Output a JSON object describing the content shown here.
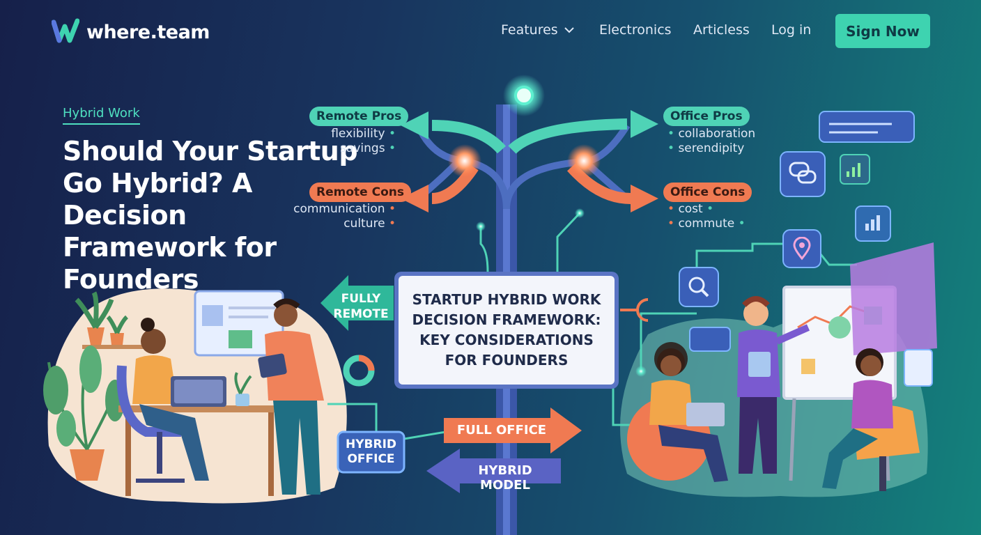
{
  "brand": {
    "name": "where.team",
    "logo_icon": "w-logo-icon"
  },
  "nav": {
    "features": "Features",
    "electronics": "Electronics",
    "articles": "Articless",
    "login": "Log in",
    "signup": "Sign Now"
  },
  "hero": {
    "tag": "Hybrid Work",
    "headline": [
      "Should Your Startup",
      "Go Hybrid? A Decision",
      "Framework for",
      "Founders"
    ]
  },
  "diagram": {
    "remote_pros": {
      "label": "Remote Pros",
      "items": [
        "flexibility",
        "savings"
      ]
    },
    "remote_cons": {
      "label": "Remote Cons",
      "items": [
        "communication",
        "culture"
      ]
    },
    "office_pros": {
      "label": "Office Pros",
      "items": [
        "collaboration",
        "serendipity"
      ]
    },
    "office_cons": {
      "label": "Office Cons",
      "items": [
        "cost",
        "commute"
      ]
    },
    "sign": [
      "STARTUP HYBRID WORK",
      "DECISION FRAMEWORK:",
      "KEY CONSIDERATIONS",
      "FOR FOUNDERS"
    ],
    "fully_remote": [
      "FULLY",
      "REMOTE"
    ],
    "hybrid_office": [
      "HYBRID",
      "OFFICE"
    ],
    "full_office": "FULL OFFICE",
    "hybrid_model": "HYBRID MODEL"
  },
  "colors": {
    "accent": "#3ed3b0",
    "orange": "#f07a52",
    "sign_frame": "#5a74c4"
  }
}
